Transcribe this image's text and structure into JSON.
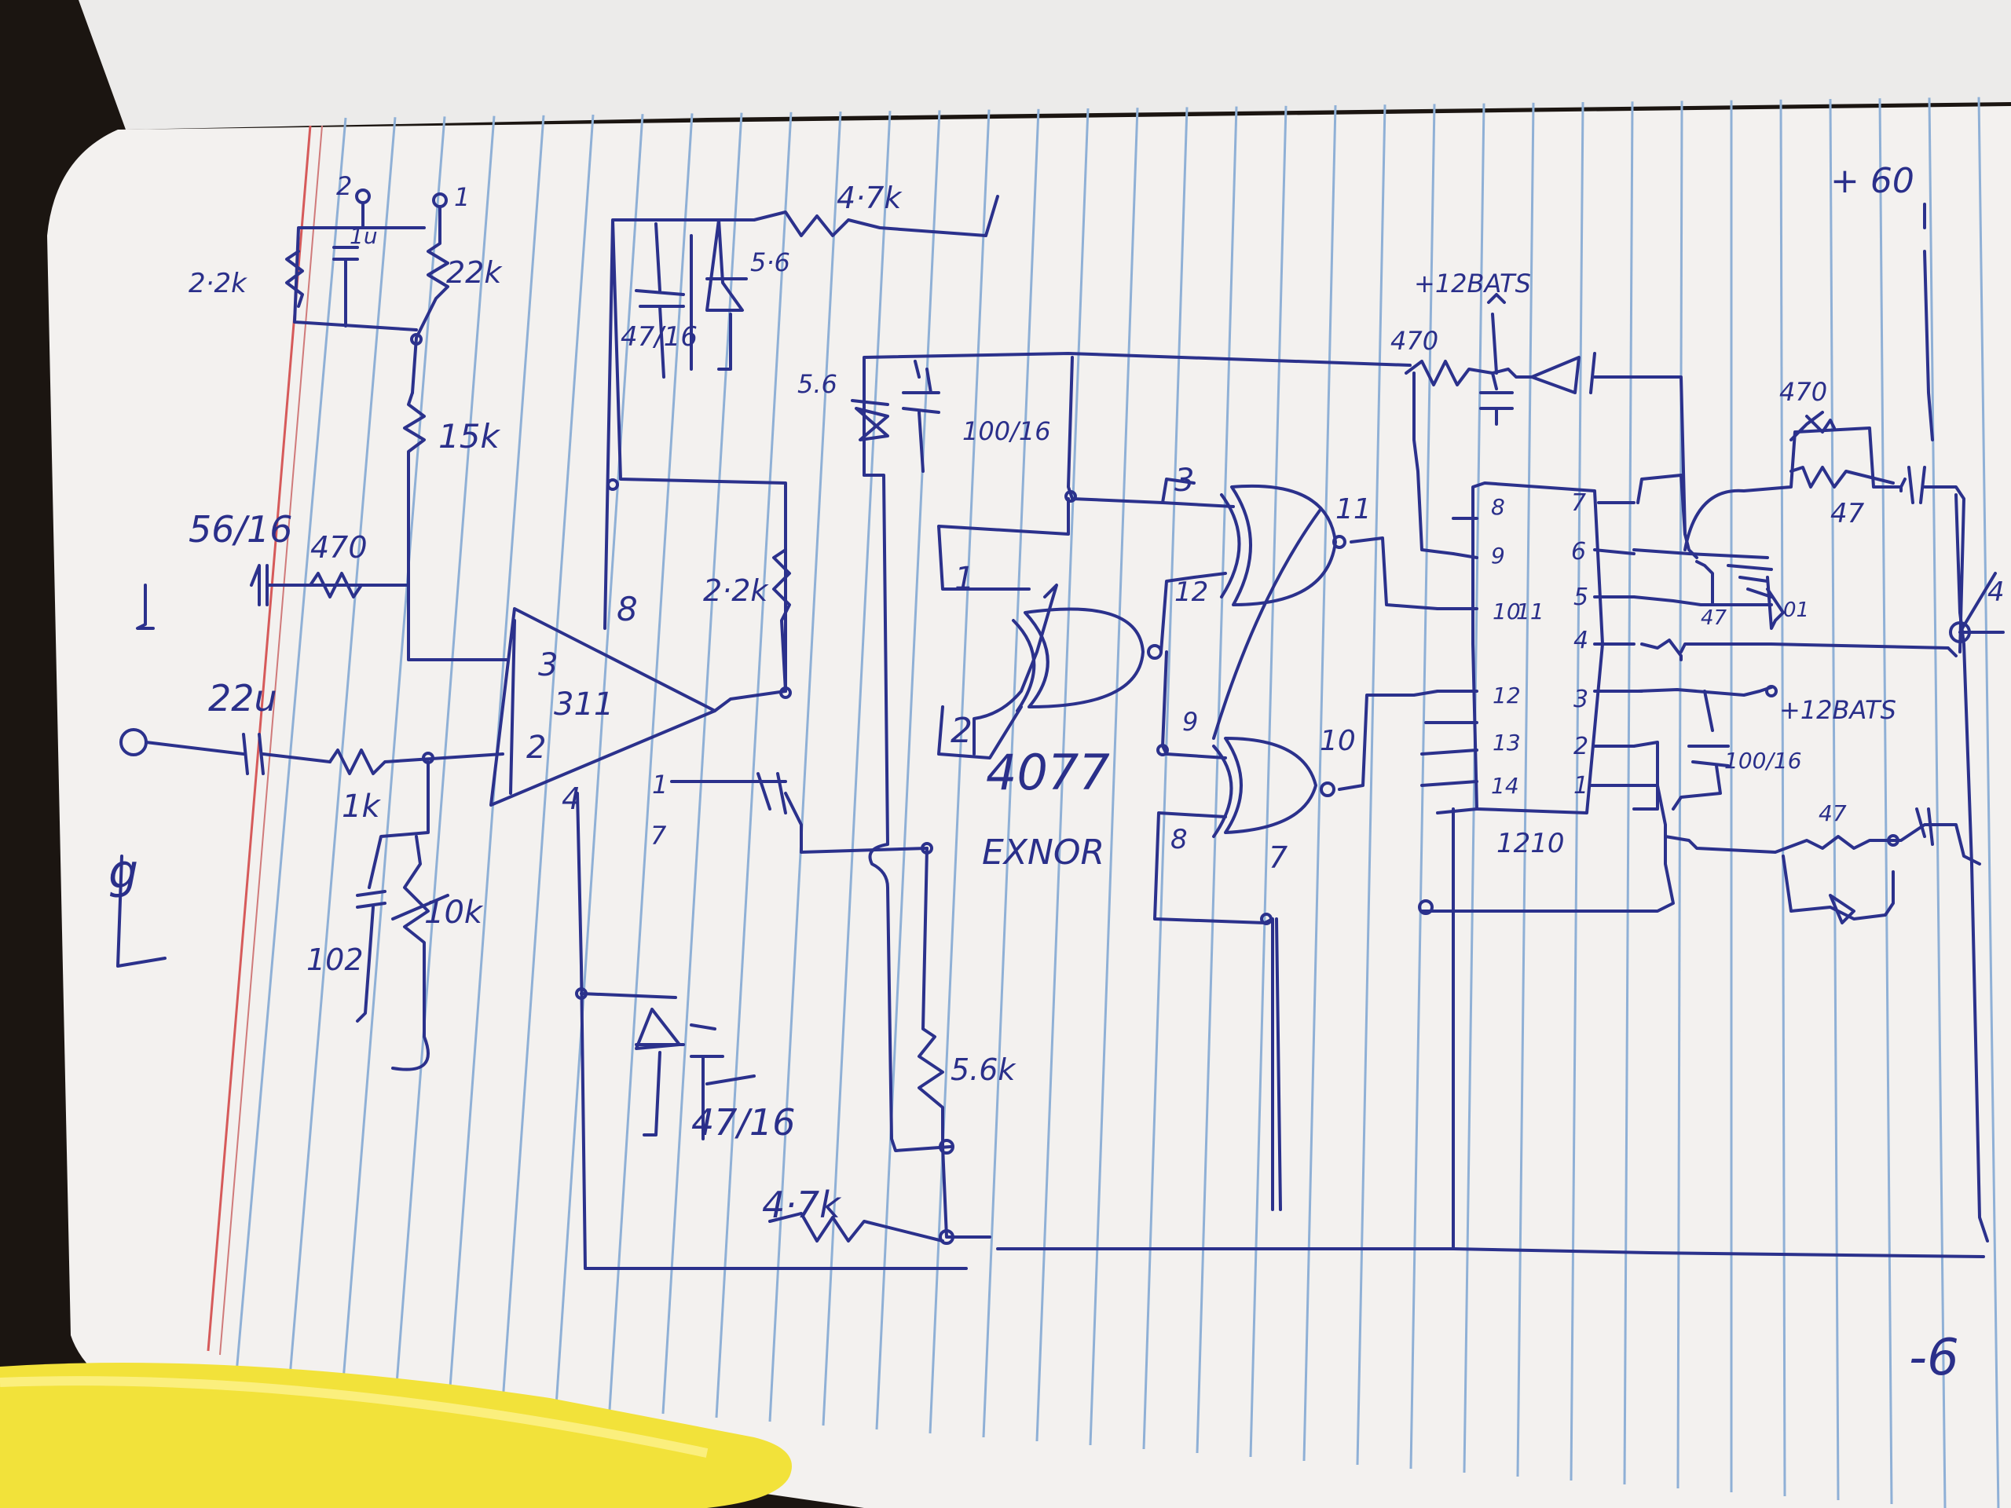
{
  "notebook": {
    "paper_color": "#f3f1ef",
    "rule_color": "#8fb0d6",
    "margin_color": "#d65a5a",
    "ink_color": "#2b318c",
    "pen_color": "#f2e23a"
  },
  "labels": {
    "pin_2": "2",
    "pin_1": "1",
    "r_2k2_top": "2·2k",
    "c_1u": "1u",
    "r_22k": "22k",
    "r_15k": "15k",
    "c_56": "56/16",
    "r_470_left": "470",
    "c_22u": "22u",
    "r_1k": "1k",
    "c_102": "102",
    "pot_10k": "10k",
    "ground_mark": "g",
    "opamp_pin3": "3",
    "opamp_pin2": "2",
    "opamp_name": "311",
    "opamp_pin8": "8",
    "opamp_pin4": "4",
    "opamp_pin1": "1",
    "opamp_pin7": "7",
    "r_2k2_mid": "2·2k",
    "r_4k7_top": "4·7k",
    "zener_56_top": "5·6",
    "c_47_top": "47/16",
    "zener_56_mid": "5.6",
    "c_100_16": "100/16",
    "c_47_bottom": "47/16",
    "r_56k": "5.6k",
    "r_4k7_bottom": "4·7k",
    "gate_pin1": "1",
    "gate_pin2": "2",
    "gate_pin3": "3",
    "gate_pin11": "11",
    "gate_pin12": "12",
    "gate_pin9": "9",
    "gate_pin10": "10",
    "gate_pin8": "8",
    "gate_pin7": "7",
    "ic_4077": "4077",
    "exnor": "EXNOR",
    "supply_top": "+12BATS",
    "r_470_right": "470",
    "ic_pins_left": [
      "8",
      "9",
      "10",
      "11",
      "12",
      "13",
      "14"
    ],
    "ic_pins_right": [
      "7",
      "6",
      "5",
      "4",
      "3",
      "2",
      "1"
    ],
    "ic_name": "1210",
    "supply_right": "+12BATS",
    "c_100_16_right": "100/16",
    "r_470_far": "470",
    "r_47": "47",
    "c_47_right": "47",
    "c_01": "01",
    "r_47_bottom": "47",
    "plus_60": "+ 60",
    "right_label": "4",
    "bottom_right_mark": "-6"
  }
}
